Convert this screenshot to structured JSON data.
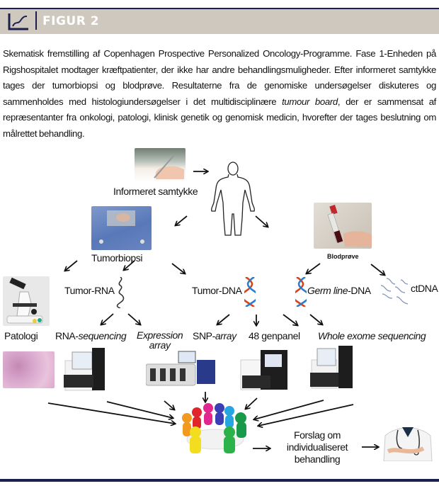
{
  "header": {
    "title": "FIGUR 2",
    "icon": "line-chart-icon",
    "band_color": "#cfc8bf",
    "rule_color": "#1c1f4e"
  },
  "caption": {
    "part1": "Skematisk fremstilling af Copenhagen Prospective Personalized Oncology-Programme. Fase 1-Enheden på Rigshospitalet modtager kræftpatienter, der ikke har andre behandlingsmuligheder. Efter informeret samtykke tages der tumorbiopsi og blodprøve. Resultaterne fra de genomiske undersøgelser diskuteres og sammenholdes med histologiundersøgelser i det multidisciplinære ",
    "italic1": "tumour board",
    "part2": ", der er sammensat af repræsentanter fra onkologi, patologi, klinisk genetik og genomisk medicin, hvorefter der tages beslutning om målrettet behandling."
  },
  "diagram": {
    "consent": {
      "label": "Informeret samtykke",
      "image": "hand-signing-photo"
    },
    "patient": {
      "image": "human-body-outline"
    },
    "biopsy": {
      "label": "Tumorbiopsi",
      "image": "surgical-biopsy-photo"
    },
    "blood": {
      "label": "Blodprøve",
      "image": "blood-tube-photo"
    },
    "pathology": {
      "label": "Patologi",
      "image": "microscope-photo",
      "image2": "histology-slide-photo"
    },
    "tumor_rna": {
      "label": "Tumor-RNA",
      "icon": "rna-strand-icon"
    },
    "tumor_dna": {
      "label": "Tumor-DNA",
      "icon": "dna-helix-icon"
    },
    "germline_dna": {
      "label_italic": "Germ line",
      "label_rest": "-DNA",
      "icon": "dna-helix-icon"
    },
    "ctdna": {
      "label": "ctDNA",
      "icon": "dna-fragments-icon"
    },
    "rna_seq": {
      "label_plain": "RNA-",
      "label_italic": "sequencing",
      "image": "sequencer-photo"
    },
    "expression_array": {
      "line1": "Expression",
      "line2": "array",
      "image": "array-scanner-photo"
    },
    "snp_array": {
      "label_plain": "SNP-",
      "label_italic": "array"
    },
    "gene_panel": {
      "label": "48 genpanel",
      "image": "sequencer-photo"
    },
    "wes": {
      "label": "Whole exome sequencing",
      "image": "sequencer-photo"
    },
    "tumour_board": {
      "image": "round-table-meeting-illustration"
    },
    "proposal": {
      "line1": "Forslag om",
      "line2": "individualiseret",
      "line3": "behandling"
    },
    "doctor": {
      "image": "doctor-photo"
    }
  }
}
